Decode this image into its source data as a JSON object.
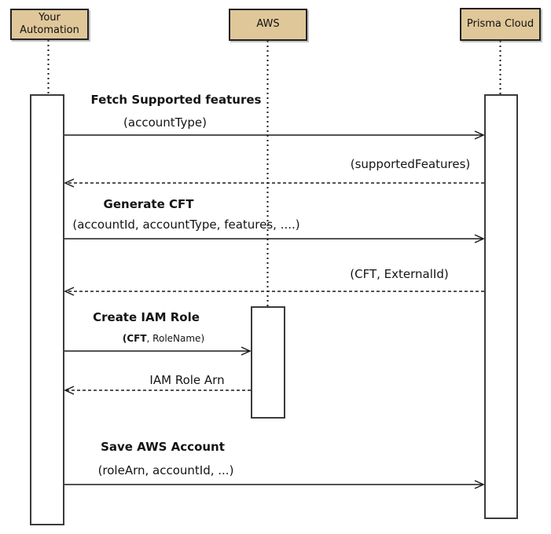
{
  "diagram": {
    "type": "sequence-diagram",
    "actors": [
      {
        "label": "Your Automation"
      },
      {
        "label": "AWS"
      },
      {
        "label": "Prisma Cloud"
      }
    ],
    "messages": [
      {
        "title": "Fetch Supported features",
        "params": "(accountType)",
        "style": "solid",
        "from": "Your Automation",
        "to": "Prisma Cloud"
      },
      {
        "label": "(supportedFeatures)",
        "style": "dashed",
        "from": "Prisma Cloud",
        "to": "Your Automation"
      },
      {
        "title": "Generate CFT",
        "params": "(accountId, accountType, features, ....)",
        "style": "solid",
        "from": "Your Automation",
        "to": "Prisma Cloud"
      },
      {
        "label": "(CFT, ExternalId)",
        "style": "dashed",
        "from": "Prisma Cloud",
        "to": "Your Automation"
      },
      {
        "title": "Create IAM Role",
        "params_bold": "(CFT",
        "params_rest": ", RoleName)",
        "style": "solid",
        "from": "Your Automation",
        "to": "AWS"
      },
      {
        "label": "IAM Role Arn",
        "style": "dashed",
        "from": "AWS",
        "to": "Your Automation"
      },
      {
        "title": "Save AWS Account",
        "params": "(roleArn, accountId, ...)",
        "style": "solid",
        "from": "Your Automation",
        "to": "Prisma Cloud"
      }
    ],
    "colors": {
      "actor_fill": "#DFC799",
      "actor_border": "#222222",
      "line": "#1a1a1a",
      "background": "#ffffff"
    }
  }
}
